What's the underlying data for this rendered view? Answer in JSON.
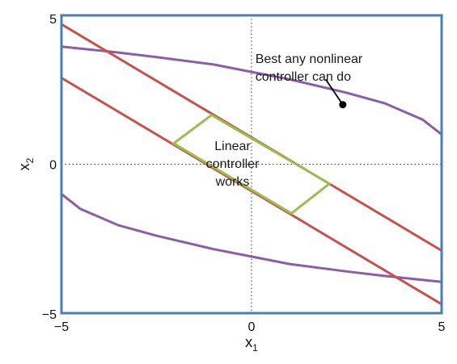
{
  "chart_data": {
    "type": "line",
    "title": "",
    "xlabel": {
      "base": "x",
      "sub": "1"
    },
    "ylabel": {
      "base": "x",
      "sub": "2"
    },
    "xlim": [
      -5,
      5
    ],
    "ylim": [
      -5,
      5
    ],
    "x_ticks": [
      "−5",
      "0",
      "5"
    ],
    "y_ticks": [
      "5",
      "0",
      "−5"
    ],
    "x_tick_values": [
      -5,
      0,
      5
    ],
    "y_tick_values": [
      5,
      0,
      -5
    ],
    "zero_lines": true,
    "colors": {
      "frame": "#4a7fb3",
      "nonlinear": "#8a5ea8",
      "bands": "#c8514e",
      "linear": "#9bbd4f",
      "zero_lines": "#333333"
    },
    "series": [
      {
        "key": "nonlinear_upper",
        "points": [
          [
            -5,
            3.95
          ],
          [
            -3.5,
            3.75
          ],
          [
            -2.5,
            3.6
          ],
          [
            -1,
            3.35
          ],
          [
            0,
            3.1
          ],
          [
            1,
            2.85
          ],
          [
            2.5,
            2.4
          ],
          [
            3.5,
            2.05
          ],
          [
            4.5,
            1.5
          ],
          [
            5,
            1.0
          ]
        ]
      },
      {
        "key": "nonlinear_lower",
        "points": [
          [
            -5,
            -1.0
          ],
          [
            -4.5,
            -1.5
          ],
          [
            -3.5,
            -2.05
          ],
          [
            -2.5,
            -2.4
          ],
          [
            -1,
            -2.85
          ],
          [
            0,
            -3.1
          ],
          [
            1,
            -3.35
          ],
          [
            2.5,
            -3.6
          ],
          [
            3.5,
            -3.75
          ],
          [
            5,
            -3.95
          ]
        ]
      },
      {
        "key": "nonlinear_left_edge",
        "points": [
          [
            -5,
            -1.0
          ],
          [
            -5,
            3.95
          ]
        ]
      },
      {
        "key": "nonlinear_right_edge",
        "points": [
          [
            5,
            1.0
          ],
          [
            5,
            -3.95
          ]
        ]
      },
      {
        "key": "band_upper",
        "points": [
          [
            -5,
            4.7
          ],
          [
            5,
            -2.9
          ]
        ]
      },
      {
        "key": "band_lower",
        "points": [
          [
            -5,
            2.9
          ],
          [
            5,
            -4.7
          ]
        ]
      },
      {
        "key": "linear_region",
        "closed": true,
        "points": [
          [
            -2.05,
            0.7
          ],
          [
            -1.05,
            1.65
          ],
          [
            2.05,
            -0.65
          ],
          [
            1.05,
            -1.65
          ]
        ]
      }
    ],
    "annotations": [
      {
        "key": "nonlinear",
        "lines": [
          "Best any nonlinear",
          "controller can do"
        ],
        "text_at": [
          0.1,
          3.4
        ],
        "line_height": 0.5,
        "arrow_from": [
          1.95,
          2.85
        ],
        "arrow_to": [
          2.4,
          2.0
        ],
        "align": "start"
      },
      {
        "key": "linear",
        "lines": [
          "Linear",
          "controller",
          "works"
        ],
        "text_at": [
          -0.5,
          0.48
        ],
        "line_height": 0.5,
        "align": "middle"
      }
    ]
  }
}
